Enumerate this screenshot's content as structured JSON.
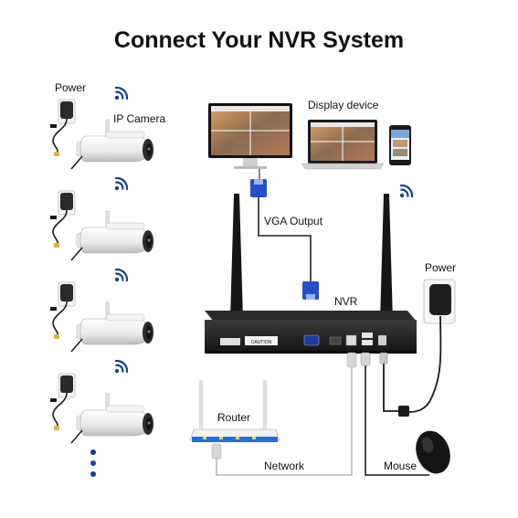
{
  "title": "Connect  Your NVR System",
  "labels": {
    "power_left": "Power",
    "ip_camera": "IP Camera",
    "display_device": "Display device",
    "vga_output": "VGA Output",
    "nvr": "NVR",
    "power_right": "Power",
    "router": "Router",
    "network": "Network",
    "mouse": "Mouse",
    "nvr_caution": "CAUTION"
  },
  "colors": {
    "wifi": "#1a3f8f",
    "vga_connector": "#2350c8",
    "nvr_body": "#1b1b1b",
    "cable": "#222222",
    "router_accent": "#2a6fc9",
    "camera_body": "#f2f2f2"
  },
  "icons": [
    "wifi-icon",
    "power-adapter-icon",
    "ip-camera-icon",
    "monitor-icon",
    "laptop-icon",
    "smartphone-icon",
    "vga-connector-icon",
    "nvr-device-icon",
    "router-icon",
    "mouse-icon",
    "ellipsis-dots-icon"
  ]
}
